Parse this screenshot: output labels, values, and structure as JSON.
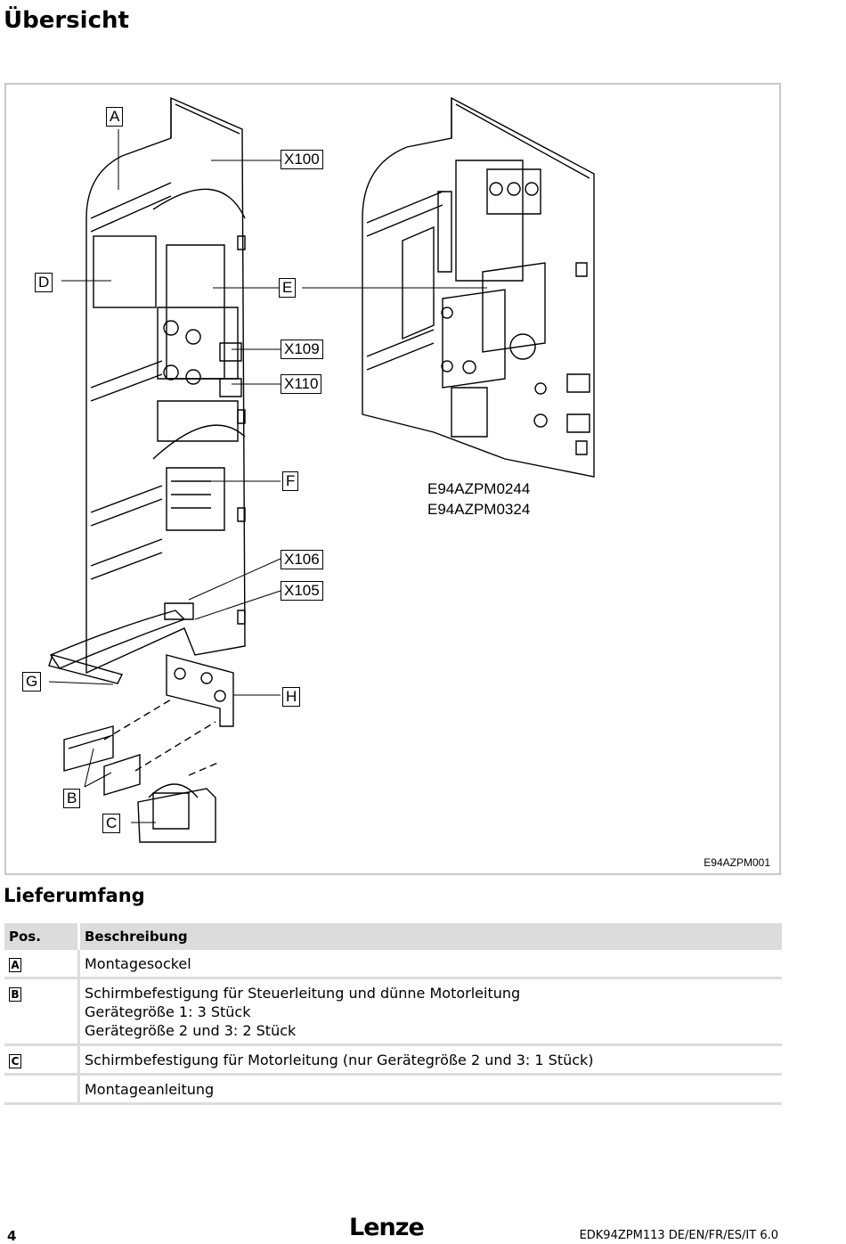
{
  "page": {
    "title": "Übersicht",
    "section_title": "Lieferumfang",
    "page_number": "4",
    "logo_text": "Lenze",
    "doc_ref": "EDK94ZPM113  DE/EN/FR/ES/IT  6.0"
  },
  "figure": {
    "figure_id": "E94AZPM001",
    "model_lines": [
      "E94AZPM0244",
      "E94AZPM0324"
    ],
    "callouts": {
      "a": "A",
      "b": "B",
      "c": "C",
      "d": "D",
      "e": "E",
      "f": "F",
      "g": "G",
      "h": "H",
      "x100": "X100",
      "x109": "X109",
      "x110": "X110",
      "x106": "X106",
      "x105": "X105"
    }
  },
  "table": {
    "headers": [
      "Pos.",
      "Beschreibung"
    ],
    "rows": [
      {
        "pos": "A",
        "lines": [
          "Montagesockel"
        ]
      },
      {
        "pos": "B",
        "lines": [
          "Schirmbefestigung für Steuerleitung und dünne Motorleitung",
          "Gerätegröße 1: 3 Stück",
          "Gerätegröße 2 und 3: 2 Stück"
        ]
      },
      {
        "pos": "C",
        "lines": [
          "Schirmbefestigung für Motorleitung (nur Gerätegröße 2 und 3: 1 Stück)"
        ]
      },
      {
        "pos": "",
        "lines": [
          "Montageanleitung"
        ]
      }
    ]
  }
}
